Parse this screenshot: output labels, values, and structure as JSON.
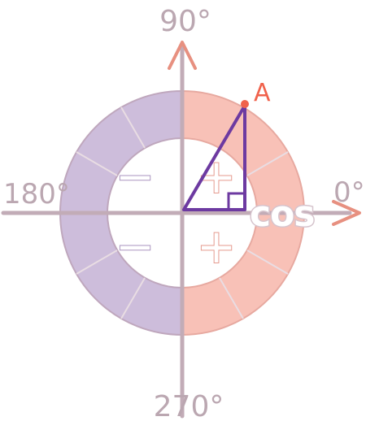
{
  "diagram": {
    "labels": {
      "deg_0": "0°",
      "deg_90": "90°",
      "deg_180": "180°",
      "deg_270": "270°",
      "axis_name": "cos",
      "point_name": "A"
    },
    "quadrant_signs": {
      "q1": "+",
      "q2": "−",
      "q3": "−",
      "q4": "+"
    },
    "colors": {
      "positive_ring": "#f8c1b7",
      "negative_ring": "#cdbddb",
      "axis": "#c2acb7",
      "triangle": "#6d3aa1",
      "point": "#f0624c",
      "arrow": "#e79080",
      "label": "#bba7b1",
      "cos_label": "#d9cad1"
    },
    "ring_segments_per_half": 6
  }
}
